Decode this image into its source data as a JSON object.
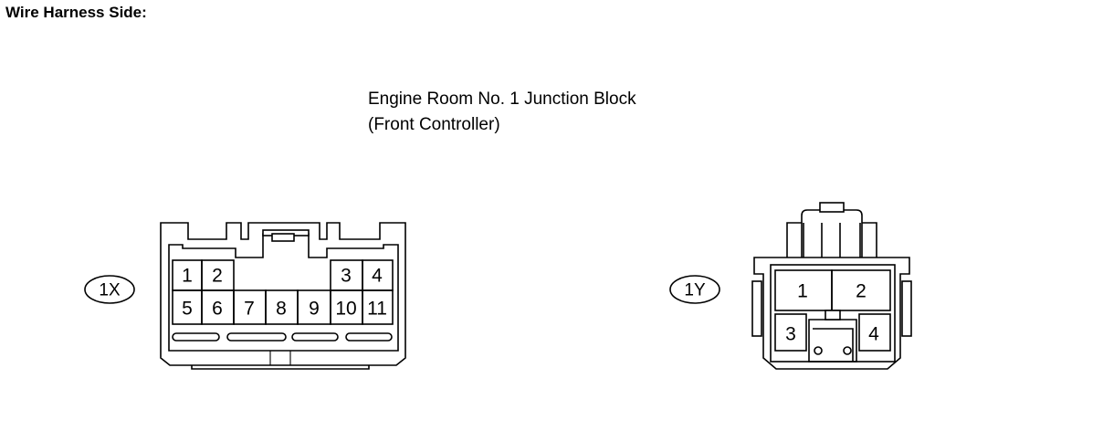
{
  "heading": "Wire Harness Side:",
  "caption": {
    "line1": "Engine Room No. 1 Junction Block",
    "line2": "(Front Controller)"
  },
  "connectors": [
    {
      "label": "1X",
      "pins_top": [
        "1",
        "2",
        "3",
        "4"
      ],
      "pins_bottom": [
        "5",
        "6",
        "7",
        "8",
        "9",
        "10",
        "11"
      ]
    },
    {
      "label": "1Y",
      "pins": [
        "1",
        "2",
        "3",
        "4"
      ]
    }
  ]
}
